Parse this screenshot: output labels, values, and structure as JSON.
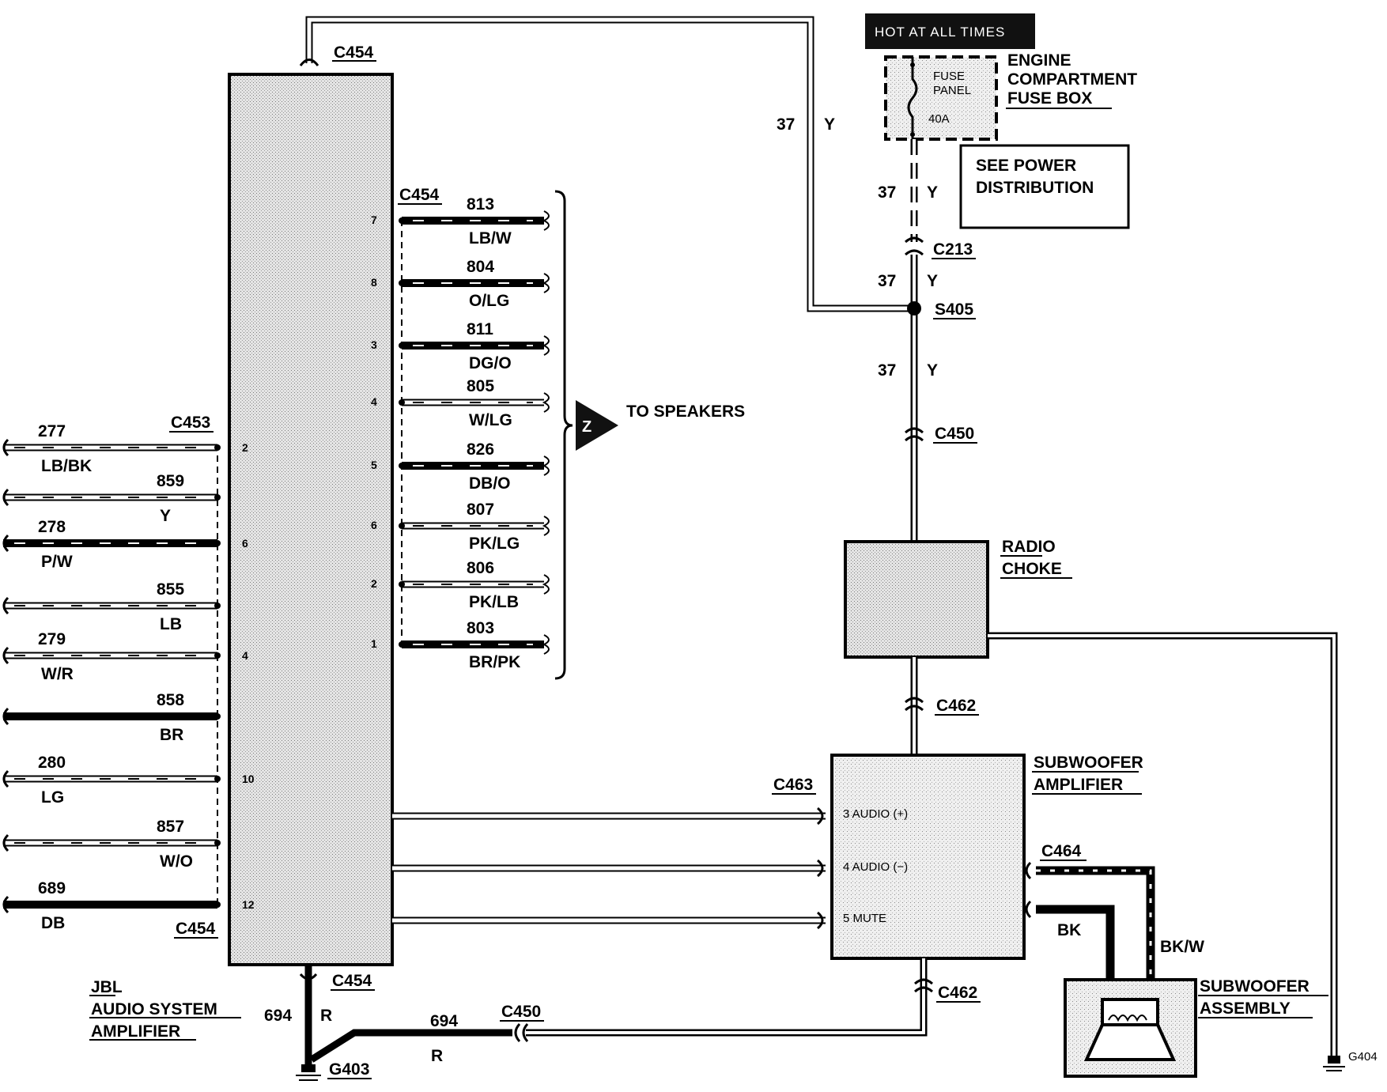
{
  "components": {
    "jbl_amp": {
      "lines": [
        "JBL",
        "AUDIO SYSTEM",
        "AMPLIFIER"
      ]
    },
    "radio_choke": {
      "lines": [
        "RADIO",
        "CHOKE"
      ]
    },
    "sub_amp": {
      "lines": [
        "SUBWOOFER",
        "AMPLIFIER"
      ],
      "pins": [
        "3 AUDIO (+)",
        "4 AUDIO (−)",
        "5 MUTE"
      ]
    },
    "sub_assy": {
      "lines": [
        "SUBWOOFER",
        "ASSEMBLY"
      ]
    },
    "fuse_box": {
      "lines": [
        "ENGINE",
        "COMPARTMENT",
        "FUSE BOX"
      ],
      "fuse_label": [
        "FUSE",
        "PANEL"
      ],
      "fuse_rating": "40A"
    },
    "hot_label": "HOT AT ALL TIMES",
    "see_power": [
      "SEE POWER",
      "DISTRIBUTION"
    ],
    "to_speakers": "TO SPEAKERS",
    "speaker_marker": "Z"
  },
  "connectors": {
    "c454_top": "C454",
    "c454_spk": "C454",
    "c454_left": "C454",
    "c454_bottom": "C454",
    "c453": "C453",
    "c213": "C213",
    "s405": "S405",
    "c450_top": "C450",
    "c462_top": "C462",
    "c462_bottom": "C462",
    "c463": "C463",
    "c464": "C464",
    "c450_bottom": "C450",
    "g403": "G403",
    "g404": "G404"
  },
  "power_circuit": [
    {
      "circuit": "37",
      "color": "Y"
    },
    {
      "circuit": "37",
      "color": "Y"
    },
    {
      "circuit": "37",
      "color": "Y"
    },
    {
      "circuit": "37",
      "color": "Y"
    }
  ],
  "speaker_wires": [
    {
      "pin": "7",
      "circuit": "813",
      "color": "LB/W"
    },
    {
      "pin": "8",
      "circuit": "804",
      "color": "O/LG"
    },
    {
      "pin": "3",
      "circuit": "811",
      "color": "DG/O"
    },
    {
      "pin": "4",
      "circuit": "805",
      "color": "W/LG"
    },
    {
      "pin": "5",
      "circuit": "826",
      "color": "DB/O"
    },
    {
      "pin": "6",
      "circuit": "807",
      "color": "PK/LG"
    },
    {
      "pin": "2",
      "circuit": "806",
      "color": "PK/LB"
    },
    {
      "pin": "1",
      "circuit": "803",
      "color": "BR/PK"
    }
  ],
  "input_wires": [
    {
      "pin": "2",
      "circuit": "277",
      "color": "LB/BK"
    },
    {
      "pin": "",
      "circuit": "859",
      "color": "Y"
    },
    {
      "pin": "6",
      "circuit": "278",
      "color": "P/W"
    },
    {
      "pin": "",
      "circuit": "855",
      "color": "LB"
    },
    {
      "pin": "4",
      "circuit": "279",
      "color": "W/R"
    },
    {
      "pin": "",
      "circuit": "858",
      "color": "BR"
    },
    {
      "pin": "10",
      "circuit": "280",
      "color": "LG"
    },
    {
      "pin": "",
      "circuit": "857",
      "color": "W/O"
    },
    {
      "pin": "12",
      "circuit": "689",
      "color": "DB"
    }
  ],
  "ground_wires": [
    {
      "circuit": "694",
      "color": "R"
    },
    {
      "circuit": "694",
      "color": "R"
    }
  ],
  "sub_wires": [
    {
      "color": "BK"
    },
    {
      "color": "BK/W"
    }
  ]
}
